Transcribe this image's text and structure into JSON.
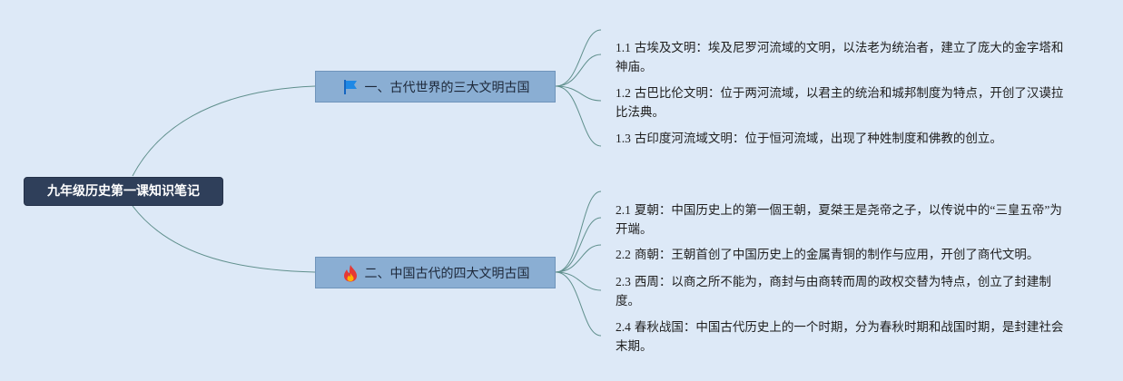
{
  "root": {
    "label": "九年级历史第一课知识笔记"
  },
  "branches": [
    {
      "icon": "blue-flag-icon",
      "label": "一、古代世界的三大文明古国",
      "leaves": [
        {
          "num": "1.1",
          "text": "古埃及文明：埃及尼罗河流域的文明，以法老为统治者，建立了庞大的金字塔和神庙。"
        },
        {
          "num": "1.2",
          "text": "古巴比伦文明：位于两河流域，以君主的统治和城邦制度为特点，开创了汉谟拉比法典。"
        },
        {
          "num": "1.3",
          "text": "古印度河流域文明：位于恒河流域，出现了种姓制度和佛教的创立。"
        }
      ]
    },
    {
      "icon": "fire-icon",
      "label": "二、中国古代的四大文明古国",
      "leaves": [
        {
          "num": "2.1",
          "text": "夏朝：中国历史上的第一個王朝，夏桀王是尧帝之子，以传说中的“三皇五帝”为开端。"
        },
        {
          "num": "2.2",
          "text": "商朝：王朝首创了中国历史上的金属青铜的制作与应用，开创了商代文明。"
        },
        {
          "num": "2.3",
          "text": "西周：以商之所不能为，商封与由商转而周的政权交替为特点，创立了封建制度。"
        },
        {
          "num": "2.4",
          "text": "春秋战国：中国古代历史上的一个时期，分为春秋时期和战国时期，是封建社会末期。"
        }
      ]
    }
  ],
  "colors": {
    "background": "#dde9f7",
    "root_fill": "#2f3f5a",
    "branch_fill": "#8aaed3",
    "connector": "#5f8f8c"
  }
}
